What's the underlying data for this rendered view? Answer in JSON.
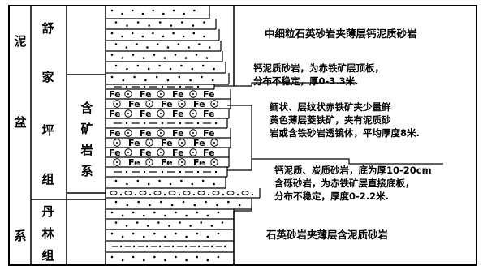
{
  "columns": {
    "system": {
      "chars": [
        "泥",
        "盆",
        "系"
      ]
    },
    "groups": [
      {
        "chars": [
          "舒",
          "家",
          "坪",
          "组"
        ]
      },
      {
        "chars": [
          "丹",
          "林",
          "组"
        ]
      }
    ],
    "ore_series": {
      "chars": [
        "含",
        "矿",
        "岩",
        "系"
      ]
    }
  },
  "pattern_labels": {
    "iron": "Fe"
  },
  "descriptions": {
    "upper": "中细粒石英砂岩夹薄层钙泥质砂岩",
    "roof": "钙泥质砂岩，为赤铁矿层顶板，\n分布不稳定，厚0-3.3米.",
    "ore": "鲕状、层纹状赤铁矿夹少量鲜\n黄色薄层菱铁矿，夹有泥质砂\n岩或含铁砂岩透镜体，平均厚度8米.",
    "floor": "钙泥质、炭质砂岩，底为厚10-20cm\n含砾砂岩，为赤铁矿层直接底板，\n分布不稳定，厚度0-2.2米.",
    "lower": "石英砂岩夹薄层含泥质砂岩"
  }
}
